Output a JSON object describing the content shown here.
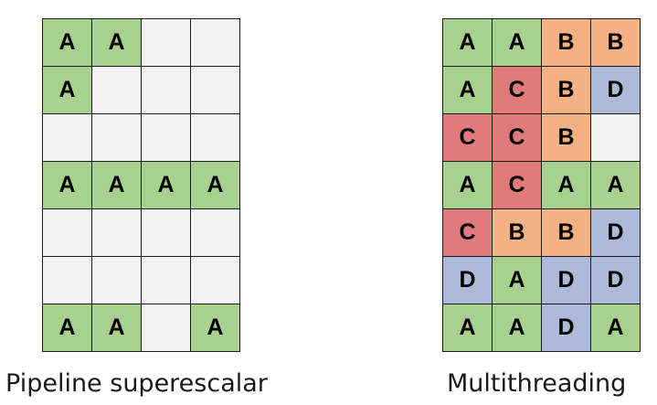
{
  "colors": {
    "A": "#a9d18e",
    "B": "#f4b183",
    "C": "#e07b7b",
    "D": "#adb9d9",
    "empty": "#f2f2f2"
  },
  "left": {
    "caption": "Pipeline superescalar",
    "rows": [
      [
        "A",
        "A",
        "",
        ""
      ],
      [
        "A",
        "",
        "",
        ""
      ],
      [
        "",
        "",
        "",
        ""
      ],
      [
        "A",
        "A",
        "A",
        "A"
      ],
      [
        "",
        "",
        "",
        ""
      ],
      [
        "",
        "",
        "",
        ""
      ],
      [
        "A",
        "A",
        "",
        "A"
      ]
    ]
  },
  "right": {
    "caption": "Multithreading",
    "rows": [
      [
        "A",
        "A",
        "B",
        "B"
      ],
      [
        "A",
        "C",
        "B",
        "D"
      ],
      [
        "C",
        "C",
        "B",
        ""
      ],
      [
        "A",
        "C",
        "A",
        "A"
      ],
      [
        "C",
        "B",
        "B",
        "D"
      ],
      [
        "D",
        "A",
        "D",
        "D"
      ],
      [
        "A",
        "A",
        "D",
        "A"
      ]
    ]
  }
}
